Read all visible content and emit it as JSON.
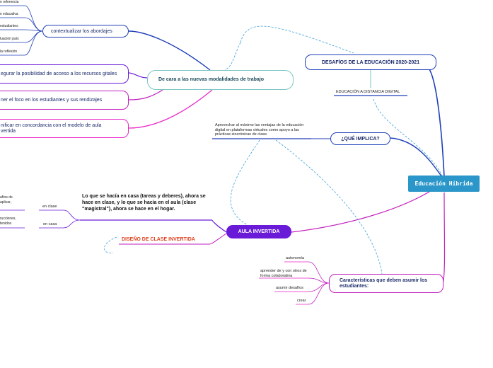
{
  "root": {
    "label": "Educación Híbrida"
  },
  "desafios": {
    "label": "DESAFÍOS DE LA EDUCACIÓN 2020-2021",
    "sub": "EDUCACIÓN A DISTANCIA DIGITAL"
  },
  "modalidades": {
    "label": "De cara a las nuevas modalidades de trabajo",
    "contextualizar": "contextualizar los abordajes",
    "context_items": [
      "n referencia",
      "n educativa",
      "estudiantes",
      "luación país",
      "la reflexión"
    ],
    "asegurar": "egurar la posibilidad de acceso a los recursos gitales",
    "foco": "ner el foco en los estudiantes y sus rendizajes",
    "planificar": "nificar en concordancia con el modelo de aula vertida"
  },
  "implica": {
    "label": "¿QUÉ IMPLICA?",
    "text": "Aprovechar al máximo las ventajas de la educación digital en plataformas virtuales como apoyo a las prácticas sincrónicas de clase."
  },
  "aula": {
    "label": "AULA INVERTIDA",
    "desc": "Lo que se hacía en casa (tareas y deberes), ahora se hace en clase, y lo que se hacía en el aula (clase \"magistral\"), ahora se hace en el hogar.",
    "en_clase": "en clase",
    "en_casa": "en casa",
    "clase_text": "afíos de aplicar,",
    "casa_text": "rucciones, tenidos",
    "diseno": "DISEÑO DE CLASE INVERTIDA"
  },
  "caracteristicas": {
    "label": "Características que deben asumir los estudiantes:",
    "items": [
      "autonomía",
      "aprender de y con otros de forma colaborativa",
      "asumir desafíos",
      "crear"
    ]
  },
  "colors": {
    "root_bg": "#2b96c9",
    "blue": "#1f3fb8",
    "violet": "#6a1bd8",
    "magenta": "#e826c8",
    "teal": "#7bc6c4",
    "dashed": "#3aa0d8"
  }
}
